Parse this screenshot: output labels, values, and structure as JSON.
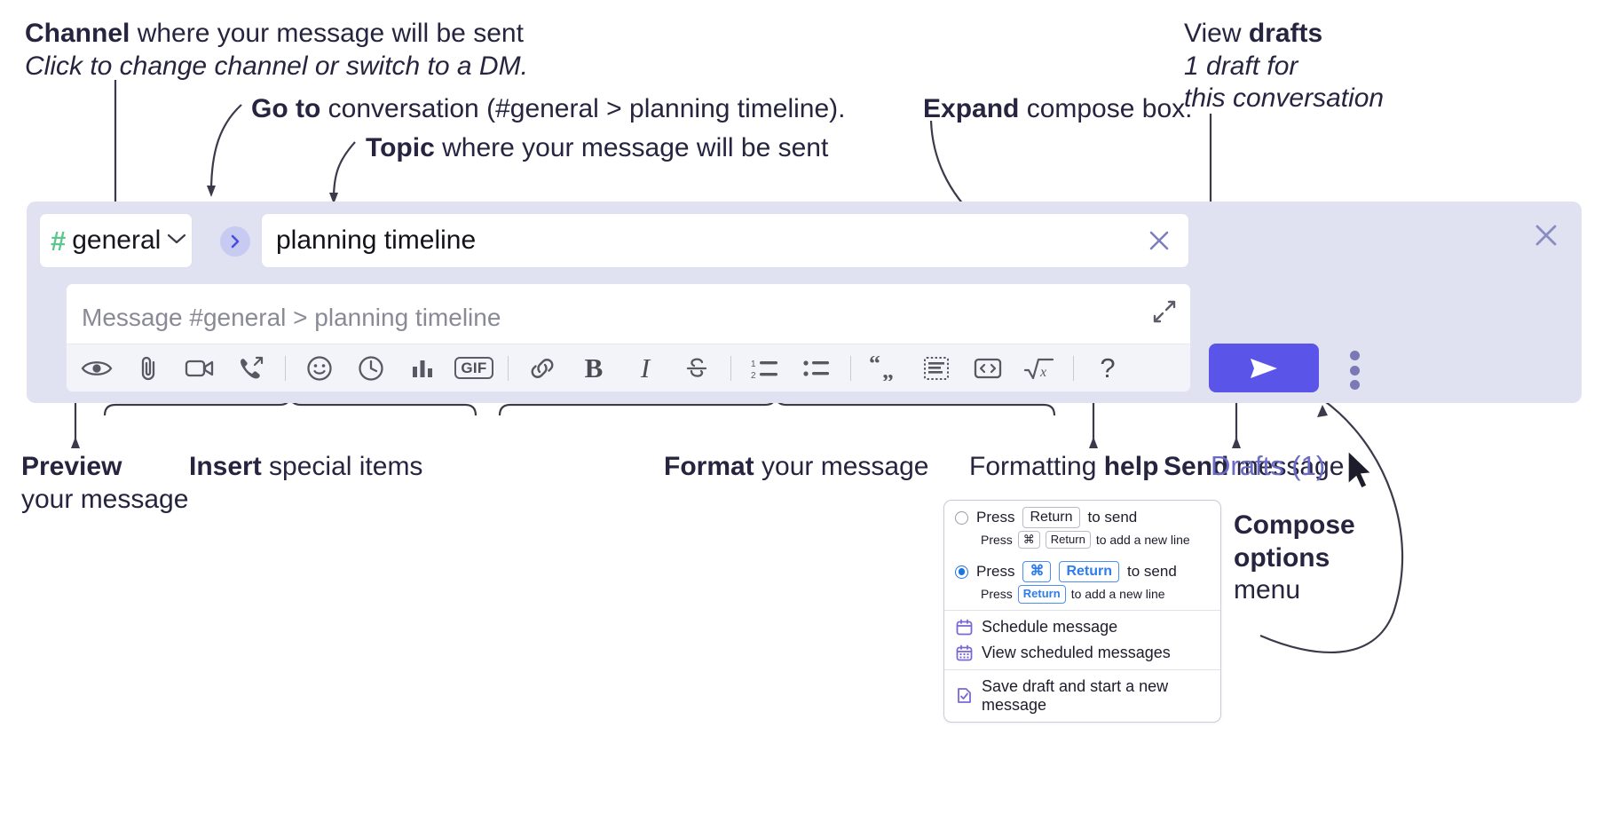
{
  "annotations": {
    "channel": {
      "title_bold": "Channel",
      "title_rest": " where your message will be sent",
      "sub": "Click to change channel or switch to a DM."
    },
    "goto": {
      "bold": "Go to",
      "rest": " conversation (#general > planning timeline)."
    },
    "topic": {
      "bold": "Topic",
      "rest": " where your message will be sent"
    },
    "expand": {
      "bold": "Expand",
      "rest": " compose box."
    },
    "drafts": {
      "line1_rest": "View ",
      "line1_bold": "drafts",
      "line2": "1 draft for",
      "line3": "this conversation"
    },
    "preview": {
      "bold": "Preview",
      "line2": "your message"
    },
    "insert": {
      "bold": "Insert",
      "rest": " special items"
    },
    "format": {
      "bold": "Format",
      "rest": " your message"
    },
    "help": {
      "rest": "Formatting ",
      "bold": "help"
    },
    "send": {
      "bold": "Send",
      "rest": " message"
    },
    "compose_options": {
      "line1": "Compose",
      "line2": "options",
      "line3": "menu"
    }
  },
  "compose": {
    "channel_name": "general",
    "hash_symbol": "#",
    "topic_value": "planning timeline",
    "message_placeholder": "Message #general > planning timeline",
    "drafts_label": "Drafts (1)",
    "toolbar": [
      {
        "name": "preview-icon",
        "glyph": "eye"
      },
      {
        "name": "attachment-icon",
        "glyph": "paperclip"
      },
      {
        "name": "video-clip-icon",
        "glyph": "video"
      },
      {
        "name": "audio-clip-icon",
        "glyph": "phone"
      },
      {
        "name": "separator",
        "glyph": "sep"
      },
      {
        "name": "emoji-icon",
        "glyph": "smiley"
      },
      {
        "name": "reminder-icon",
        "glyph": "clock"
      },
      {
        "name": "poll-icon",
        "glyph": "bars"
      },
      {
        "name": "gif-icon",
        "glyph": "gif",
        "label": "GIF"
      },
      {
        "name": "separator",
        "glyph": "sep"
      },
      {
        "name": "link-icon",
        "glyph": "link"
      },
      {
        "name": "bold-icon",
        "glyph": "bold",
        "label": "B"
      },
      {
        "name": "italic-icon",
        "glyph": "italic",
        "label": "I"
      },
      {
        "name": "strikethrough-icon",
        "glyph": "strike"
      },
      {
        "name": "separator",
        "glyph": "sep"
      },
      {
        "name": "ordered-list-icon",
        "glyph": "ol"
      },
      {
        "name": "bulleted-list-icon",
        "glyph": "ul"
      },
      {
        "name": "separator",
        "glyph": "sep"
      },
      {
        "name": "blockquote-icon",
        "glyph": "quote"
      },
      {
        "name": "code-block-icon",
        "glyph": "codeblock"
      },
      {
        "name": "inline-code-icon",
        "glyph": "code"
      },
      {
        "name": "math-icon",
        "glyph": "sqrt"
      },
      {
        "name": "separator",
        "glyph": "sep"
      },
      {
        "name": "formatting-help-icon",
        "glyph": "help",
        "label": "?"
      }
    ]
  },
  "popup": {
    "options": [
      {
        "selected": false,
        "main_pre": "Press ",
        "main_keys": [
          "Return"
        ],
        "main_post": " to send",
        "sub_pre": "Press ",
        "sub_keys": [
          "⌘",
          "Return"
        ],
        "sub_post": " to add a new line"
      },
      {
        "selected": true,
        "main_pre": "Press ",
        "main_keys": [
          "⌘",
          "Return"
        ],
        "main_post": " to send",
        "sub_pre": "Press ",
        "sub_keys": [
          "Return"
        ],
        "sub_post": " to add a new line"
      }
    ],
    "menu": [
      {
        "icon": "calendar-icon",
        "label": "Schedule message"
      },
      {
        "icon": "calendar-grid-icon",
        "label": "View scheduled messages"
      },
      {
        "icon": "save-draft-icon",
        "label": "Save draft and start a new message"
      }
    ]
  },
  "colors": {
    "panel_bg": "#e0e2f1",
    "send_button": "#5a55e8",
    "hash_green": "#5bc78f",
    "drafts_purple": "#6a6bc4",
    "accent_blue": "#1b74e4"
  }
}
